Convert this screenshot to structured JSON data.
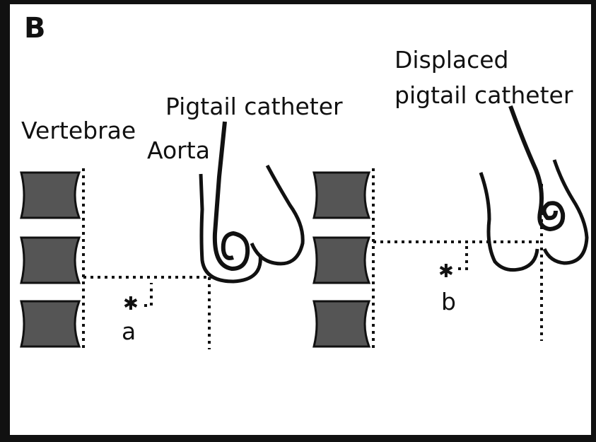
{
  "panel": {
    "letter": "B"
  },
  "labels": {
    "vertebrae": "Vertebrae",
    "aorta": "Aorta",
    "pigtail_catheter": "Pigtail catheter",
    "displaced_line1": "Displaced",
    "displaced_line2": "pigtail catheter",
    "point_a": "a",
    "point_b": "b"
  },
  "colors": {
    "border": "#111111",
    "vertebra_fill": "#555555",
    "line": "#111111",
    "background": "#ffffff"
  }
}
